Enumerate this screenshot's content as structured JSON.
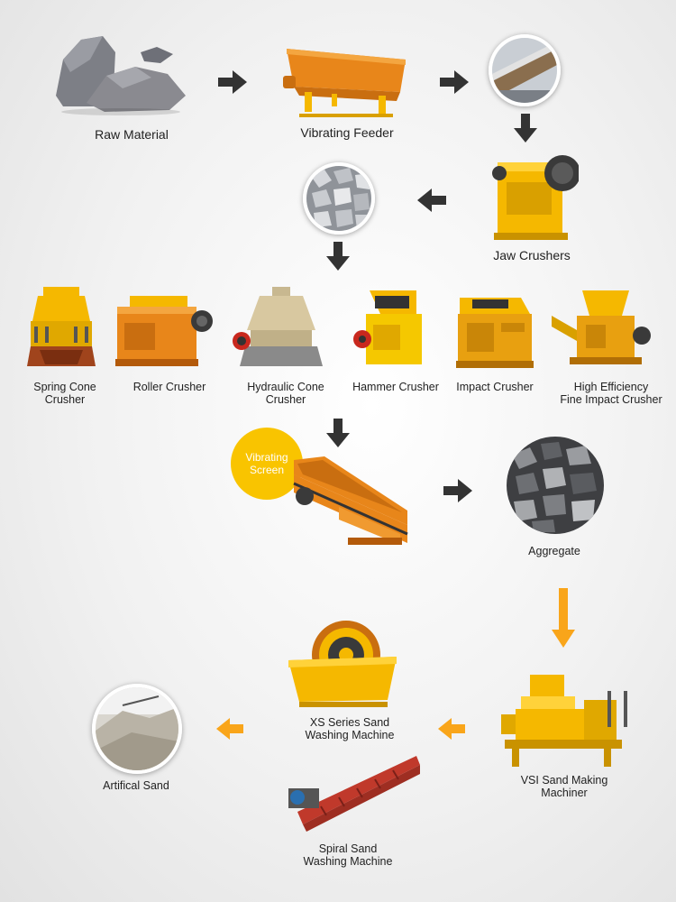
{
  "nodes": {
    "raw_material": "Raw Material",
    "vibrating_feeder": "Vibrating Feeder",
    "jaw_crushers": "Jaw Crushers",
    "spring_cone": [
      "Spring Cone",
      "Crusher"
    ],
    "roller": "Roller Crusher",
    "hydraulic_cone": [
      "Hydraulic Cone",
      "Crusher"
    ],
    "hammer": "Hammer Crusher",
    "impact": "Impact Crusher",
    "high_efficiency": [
      "High Efficiency",
      "Fine Impact Crusher"
    ],
    "vibrating_screen": [
      "Vibrating",
      "Screen"
    ],
    "aggregate": "Aggregate",
    "vsi": [
      "VSI Sand Making",
      "Machiner"
    ],
    "xs_washer": [
      "XS Series Sand",
      "Washing Machine"
    ],
    "spiral_washer": [
      "Spiral Sand",
      "Washing Machine"
    ],
    "artificial_sand": "Artifical Sand"
  },
  "colors": {
    "arrow_dark": "#333333",
    "arrow_orange": "#f9a51a",
    "machine_yellow": "#f5b800",
    "machine_orange": "#e8861a",
    "badge_yellow": "#f9c400"
  }
}
